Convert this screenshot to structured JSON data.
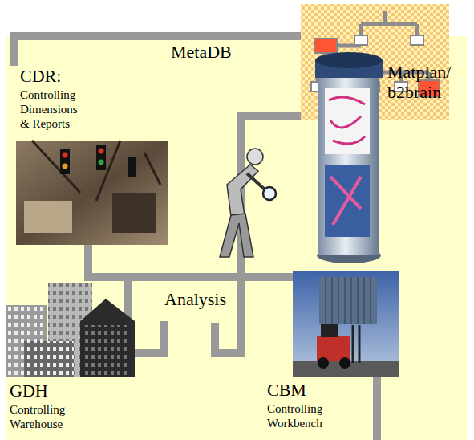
{
  "diagram": {
    "nodes": [
      {
        "text": [
          "MetaDB"
        ]
      },
      {
        "text": [
          "CDR:",
          "Controlling Dimensions & Reports"
        ]
      },
      {
        "text": [
          "Matplan/ b2brain"
        ]
      },
      {
        "text": [
          "GDH",
          "Controlling Warehouse"
        ]
      },
      {
        "text": [
          "CBM",
          "Controlling Workbench"
        ]
      }
    ],
    "edges": [
      {
        "from": 1,
        "to": 0,
        "arrow": "none"
      },
      {
        "from": 1,
        "to": 3,
        "arrow": "none"
      },
      {
        "from": 1,
        "to": 4,
        "arrow": "none"
      },
      {
        "from": 1,
        "to": 2,
        "arrow": "none"
      }
    ],
    "labels": [
      "Analysis"
    ]
  }
}
